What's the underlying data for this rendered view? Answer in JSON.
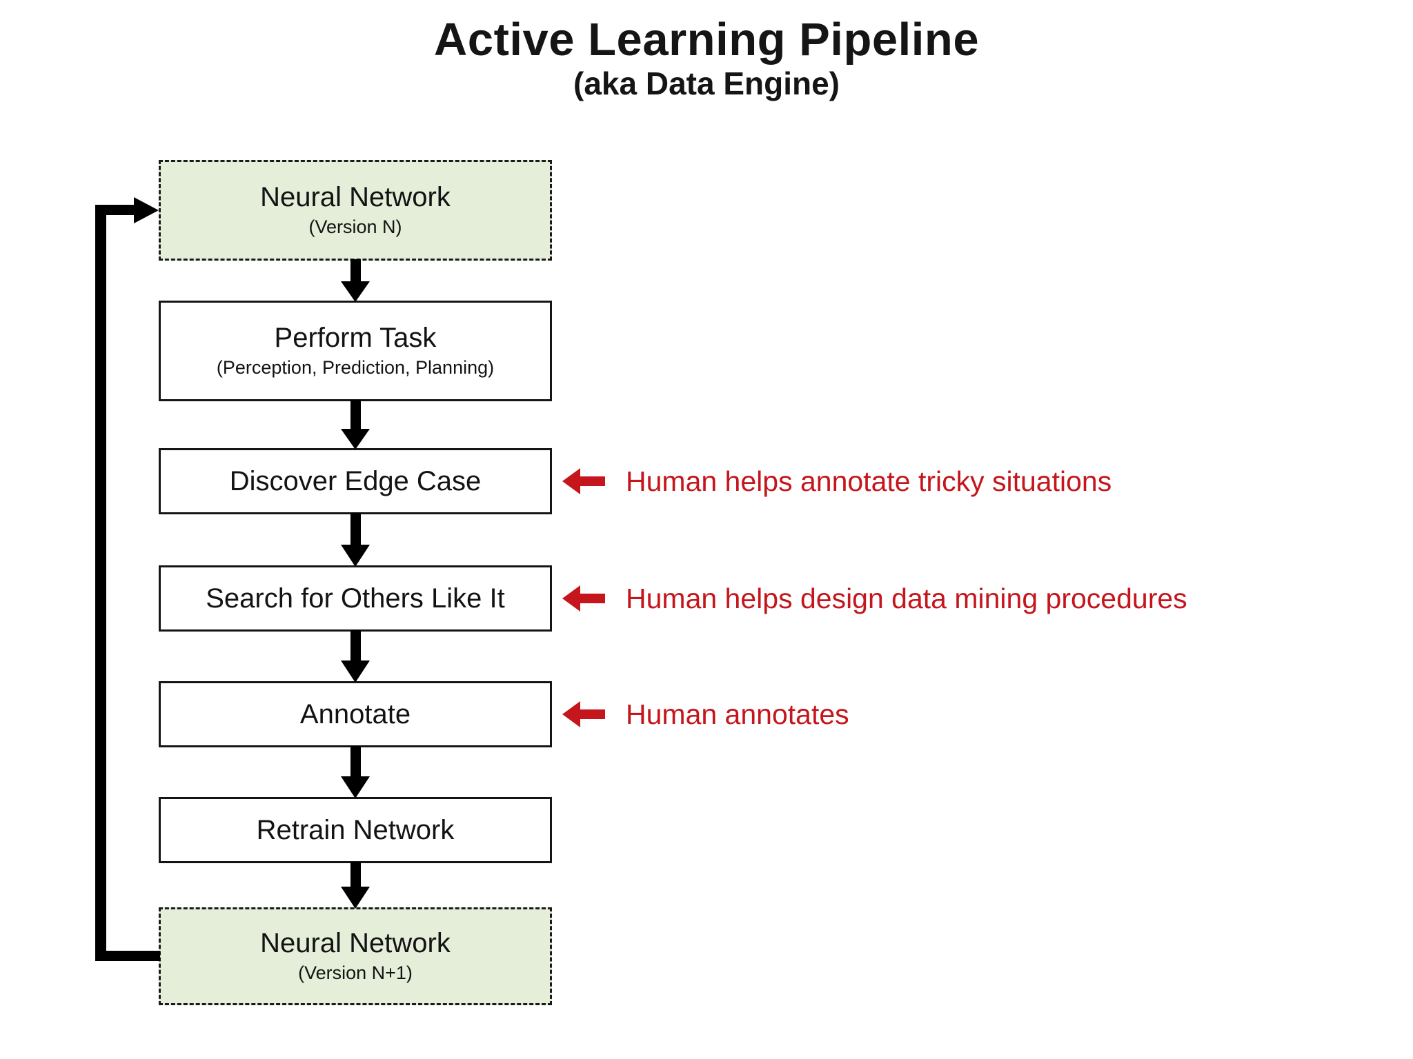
{
  "title": {
    "main": "Active Learning Pipeline",
    "subtitle": "(aka Data Engine)"
  },
  "colors": {
    "background": "#ffffff",
    "node_border": "#151515",
    "node_green_fill": "#e4eed9",
    "node_white_fill": "#ffffff",
    "arrow_black": "#000000",
    "annotation_red": "#c4161c",
    "text_black": "#131313"
  },
  "icons": {
    "down_arrow": "css-triangle-down",
    "left_block_arrow": "svg-left-block-arrow",
    "loop_arrowhead": "css-triangle-right"
  },
  "flow": {
    "nodes": [
      {
        "label": "Neural Network",
        "sublabel": "(Version N)",
        "variant": "green-dashed"
      },
      {
        "label": "Perform Task",
        "sublabel": "(Perception, Prediction, Planning)",
        "variant": "white-solid"
      },
      {
        "label": "Discover Edge Case",
        "sublabel": "",
        "variant": "white-solid"
      },
      {
        "label": "Search for Others Like It",
        "sublabel": "",
        "variant": "white-solid"
      },
      {
        "label": "Annotate",
        "sublabel": "",
        "variant": "white-solid"
      },
      {
        "label": "Retrain Network",
        "sublabel": "",
        "variant": "white-solid"
      },
      {
        "label": "Neural Network",
        "sublabel": "(Version N+1)",
        "variant": "green-dashed"
      }
    ]
  },
  "annotations": [
    {
      "text": "Human helps annotate tricky situations"
    },
    {
      "text": "Human helps design data mining procedures"
    },
    {
      "text": "Human annotates"
    }
  ]
}
